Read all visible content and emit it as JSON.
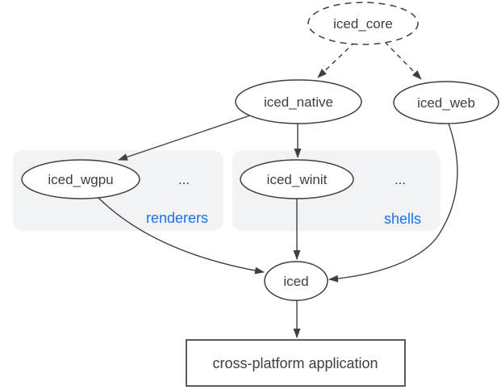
{
  "colors": {
    "ink": "#3c4043",
    "accent": "#1a73e8",
    "group-fill": "#f1f3f5",
    "node-fill": "#ffffff",
    "background": "#ffffff"
  },
  "diagram": {
    "nodes": {
      "iced_core": {
        "label": "iced_core",
        "shape": "ellipse",
        "style": "dashed"
      },
      "iced_native": {
        "label": "iced_native",
        "shape": "ellipse",
        "style": "solid"
      },
      "iced_web": {
        "label": "iced_web",
        "shape": "ellipse",
        "style": "solid"
      },
      "iced_wgpu": {
        "label": "iced_wgpu",
        "shape": "ellipse",
        "style": "solid"
      },
      "iced_winit": {
        "label": "iced_winit",
        "shape": "ellipse",
        "style": "solid"
      },
      "iced": {
        "label": "iced",
        "shape": "ellipse",
        "style": "solid"
      },
      "app": {
        "label": "cross-platform application",
        "shape": "rect",
        "style": "solid"
      }
    },
    "groups": {
      "renderers": {
        "label": "renderers",
        "ellipsis": "...",
        "contains": [
          "iced_wgpu"
        ]
      },
      "shells": {
        "label": "shells",
        "ellipsis": "...",
        "contains": [
          "iced_winit"
        ]
      }
    },
    "edges": [
      {
        "from": "iced_core",
        "to": "iced_native",
        "style": "dashed"
      },
      {
        "from": "iced_core",
        "to": "iced_web",
        "style": "dashed"
      },
      {
        "from": "iced_native",
        "to": "iced_wgpu",
        "style": "solid"
      },
      {
        "from": "iced_native",
        "to": "iced_winit",
        "style": "solid"
      },
      {
        "from": "iced_winit",
        "to": "iced",
        "style": "solid"
      },
      {
        "from": "iced_wgpu",
        "to": "iced",
        "style": "solid"
      },
      {
        "from": "iced_web",
        "to": "iced",
        "style": "solid"
      },
      {
        "from": "iced",
        "to": "app",
        "style": "solid"
      }
    ]
  }
}
